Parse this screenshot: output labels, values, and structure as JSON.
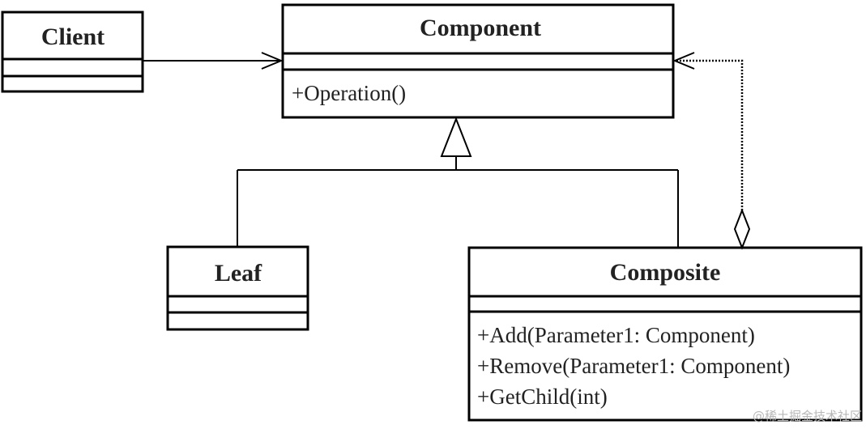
{
  "classes": {
    "client": {
      "name": "Client"
    },
    "component": {
      "name": "Component",
      "methods": [
        "+Operation()"
      ]
    },
    "leaf": {
      "name": "Leaf"
    },
    "composite": {
      "name": "Composite",
      "methods": [
        "+Add(Parameter1: Component)",
        "+Remove(Parameter1: Component)",
        "+GetChild(int)"
      ]
    }
  },
  "watermark": "@稀土掘金技术社区"
}
